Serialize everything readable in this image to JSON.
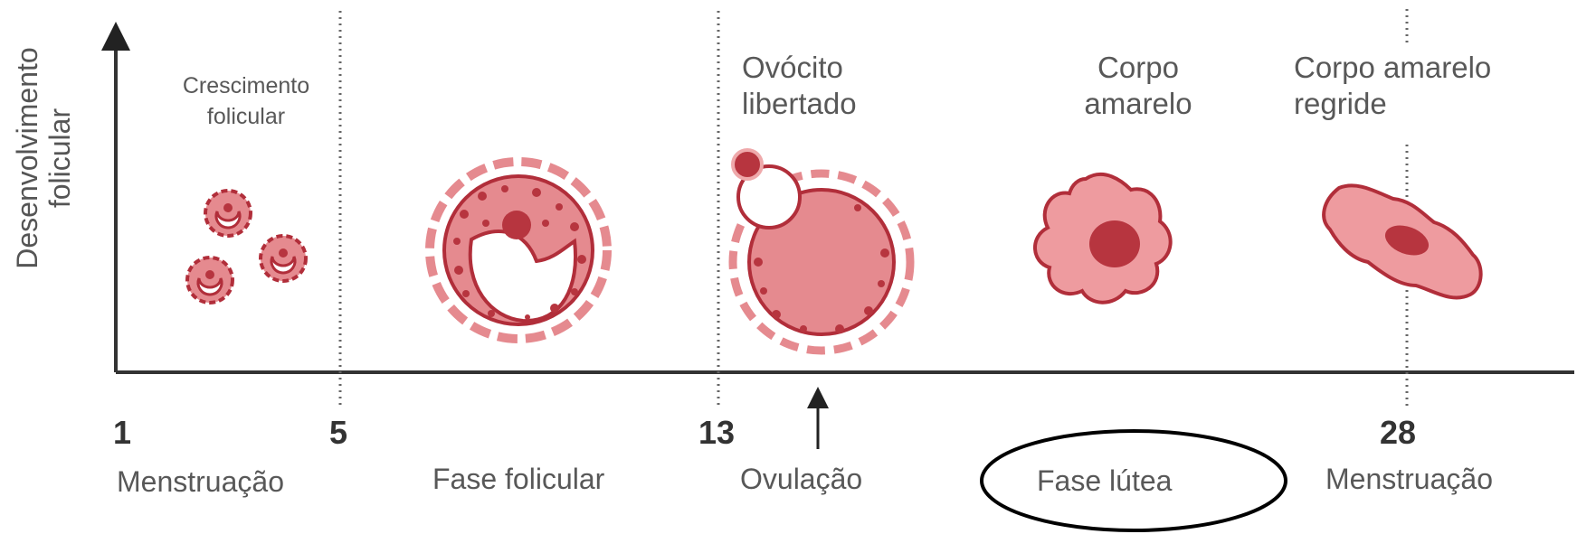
{
  "y_axis": {
    "line1": "Desenvolvimento",
    "line2": "folicular"
  },
  "stages": {
    "growth": {
      "line1": "Crescimento",
      "line2": "folicular"
    },
    "released": {
      "line1": "Ovócito",
      "line2": "libertado"
    },
    "corpus": {
      "line1": "Corpo",
      "line2": "amarelo"
    },
    "regress": {
      "line1": "Corpo amarelo",
      "line2": "regride"
    }
  },
  "days": {
    "d1": "1",
    "d5": "5",
    "d13": "13",
    "d28": "28"
  },
  "phases": {
    "menstruation_start": "Menstruação",
    "follicular": "Fase folicular",
    "ovulation": "Ovulação",
    "luteal": "Fase lútea",
    "menstruation_end": "Menstruação"
  },
  "colors": {
    "tissue": "#e58a8f",
    "tissue_light": "#efa9ab",
    "dark": "#b7353f",
    "outline": "#b12e3a"
  }
}
